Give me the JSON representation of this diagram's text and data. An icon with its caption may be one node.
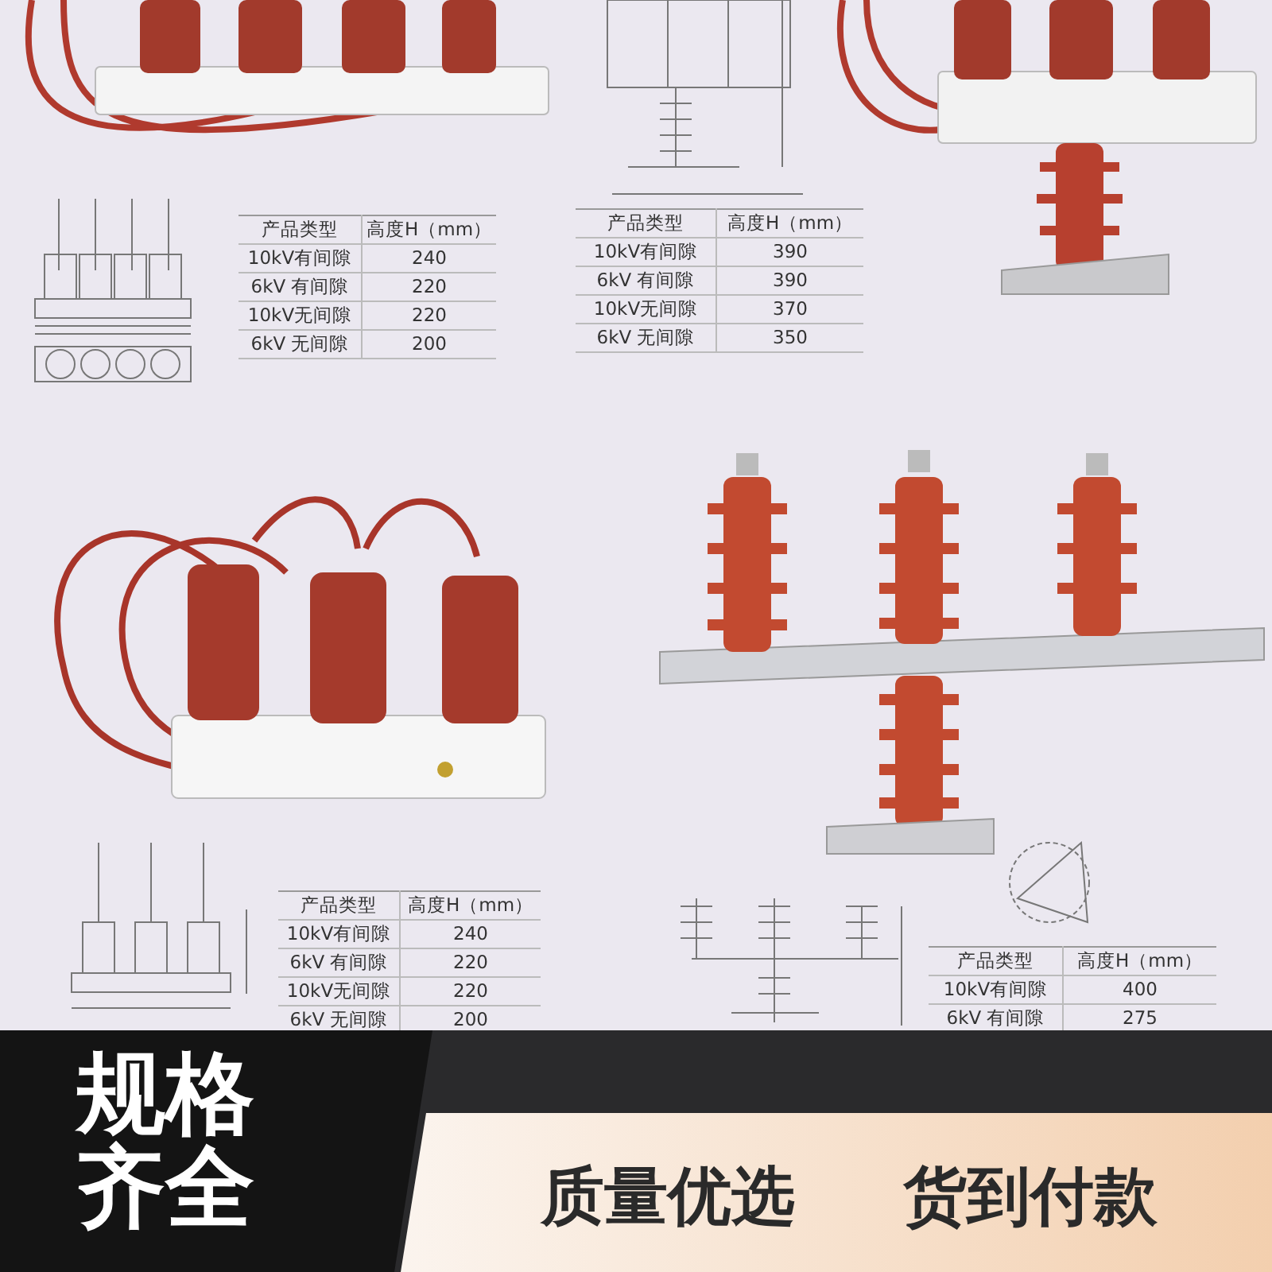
{
  "diagram": {
    "labels": [
      "产品类型",
      "高度H（mm）",
      "10kV有间隙",
      "240",
      "6kV 有间隙",
      "220",
      "10kV无间隙",
      "220",
      "6kV 无间隙",
      "200",
      "产品类型",
      "高度H（mm）",
      "10kV有间隙",
      "390",
      "6kV 有间隙",
      "390",
      "10kV无间隙",
      "370",
      "6kV 无间隙",
      "350",
      "产品类型",
      "高度H（mm）",
      "10kV有间隙",
      "240",
      "6kV 有间隙",
      "220",
      "10kV无间隙",
      "220",
      "6kV 无间隙",
      "200",
      "产品类型",
      "高度H（mm）",
      "10kV有间隙",
      "400",
      "6kV 有间隙",
      "275",
      "规格齐全",
      "质量优选",
      "货到付款"
    ]
  }
}
